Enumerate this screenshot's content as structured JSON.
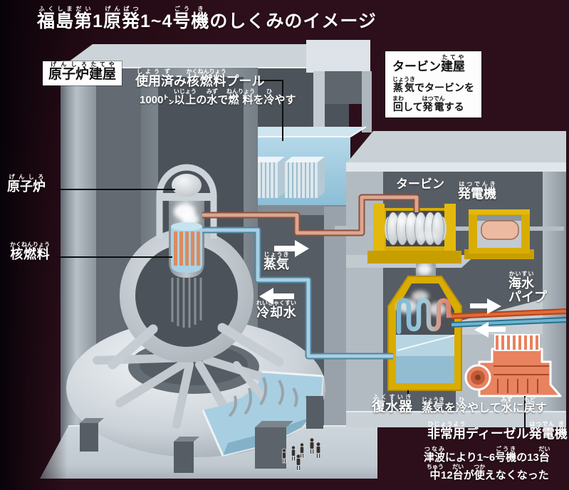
{
  "title": {
    "segments": [
      {
        "t": "福島",
        "r": "ふくしま"
      },
      {
        "t": "第",
        "r": "だい"
      },
      {
        "t": "1"
      },
      {
        "t": "原発",
        "r": "げんぱつ"
      },
      {
        "t": "1~4"
      },
      {
        "t": "号",
        "r": "ごう"
      },
      {
        "t": "機",
        "r": "き"
      },
      {
        "t": "のしくみのイメージ"
      }
    ]
  },
  "reactor_building": {
    "name_box": [
      {
        "t": "原子炉",
        "r": "げんしろ"
      },
      {
        "t": "建屋",
        "r": "たてや"
      }
    ],
    "pool_title": [
      {
        "t": "使用",
        "r": "しよう"
      },
      {
        "t": "済",
        "r": "ず"
      },
      {
        "t": "み"
      },
      {
        "t": "核燃料",
        "r": "かくねんりょう"
      },
      {
        "t": "プール"
      }
    ],
    "pool_note": [
      {
        "t": "1000㌧"
      },
      {
        "t": "以上",
        "r": "いじょう"
      },
      {
        "t": "の"
      },
      {
        "t": "水",
        "r": "みず"
      },
      {
        "t": "で"
      },
      {
        "t": "燃料",
        "r": "ねんりょう"
      },
      {
        "t": "を"
      },
      {
        "t": "冷",
        "r": "ひ"
      },
      {
        "t": "やす"
      }
    ],
    "reactor_label": [
      {
        "t": "原子炉",
        "r": "げんしろ"
      }
    ],
    "fuel_label": [
      {
        "t": "核燃料",
        "r": "かくねんりょう"
      }
    ]
  },
  "flows": {
    "steam": [
      {
        "t": "蒸気",
        "r": "じょうき"
      }
    ],
    "cooling_water": [
      {
        "t": "冷却水",
        "r": "れいきゃくすい"
      }
    ]
  },
  "turbine_building": {
    "info_box": {
      "title": [
        {
          "t": "タービン"
        },
        {
          "t": "建屋",
          "r": "たてや"
        }
      ],
      "line1": [
        {
          "t": "蒸気",
          "r": "じょうき"
        },
        {
          "t": "でタービンを"
        }
      ],
      "line2": [
        {
          "t": "回",
          "r": "まわ"
        },
        {
          "t": "して"
        },
        {
          "t": "発電",
          "r": "はつでん"
        },
        {
          "t": "する"
        }
      ]
    },
    "turbine_label": [
      {
        "t": "タービン"
      }
    ],
    "generator_label": [
      {
        "t": "発電機",
        "r": "はつでんき"
      }
    ],
    "seawater_label_line1": [
      {
        "t": "海水",
        "r": "かいすい"
      }
    ],
    "seawater_label_line2": [
      {
        "t": "パイプ"
      }
    ]
  },
  "condenser": {
    "label": [
      {
        "t": "復水器",
        "r": "ふくすいき"
      }
    ],
    "note": [
      {
        "t": "蒸気",
        "r": "じょうき"
      },
      {
        "t": "を"
      },
      {
        "t": "冷",
        "r": "ひ"
      },
      {
        "t": "やして"
      },
      {
        "t": "水",
        "r": "みず"
      },
      {
        "t": "に"
      },
      {
        "t": "戻",
        "r": "もど"
      },
      {
        "t": "す"
      }
    ]
  },
  "emergency_generator": {
    "title": [
      {
        "t": "非常用",
        "r": "ひじょうよう"
      },
      {
        "t": "ディーゼル"
      },
      {
        "t": "発電",
        "r": "はつでん"
      },
      {
        "t": "機",
        "r": "き"
      }
    ],
    "line1": [
      {
        "t": "津波",
        "r": "つなみ"
      },
      {
        "t": "により1~6"
      },
      {
        "t": "号機",
        "r": "ごうき"
      },
      {
        "t": "の13"
      },
      {
        "t": "台",
        "r": "だい"
      }
    ],
    "line2": [
      {
        "t": "中",
        "r": "ちゅう"
      },
      {
        "t": "12"
      },
      {
        "t": "台",
        "r": "だい"
      },
      {
        "t": "が"
      },
      {
        "t": "使",
        "r": "つか"
      },
      {
        "t": "えなくなった"
      }
    ]
  },
  "colors": {
    "background": "#2c0f1a",
    "steam_pipe": "#dca68f",
    "cooling_pipe": "#a8cfe2",
    "seawater_hot": "#e06a3a",
    "seawater_cold": "#6fb3cf",
    "machinery_yellow": "#d9ac00",
    "fuel_orange": "#e08a5f",
    "diesel_orange": "#e8825f",
    "pool_water": "#a9d0e2"
  }
}
